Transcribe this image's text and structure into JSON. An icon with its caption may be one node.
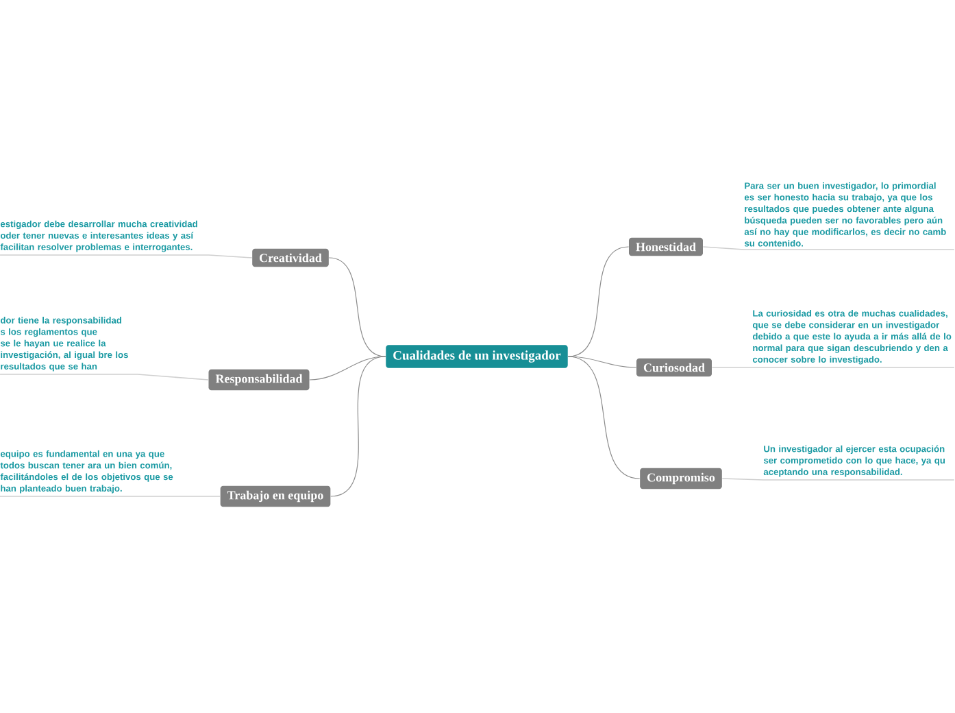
{
  "diagram": {
    "nodes": [
      {
        "text": [
          "Cualidades de un investigador"
        ]
      },
      {
        "text": [
          "Creatividad"
        ]
      },
      {
        "text": [
          "Responsabilidad"
        ]
      },
      {
        "text": [
          "Trabajo en equipo"
        ]
      },
      {
        "text": [
          "Honestidad"
        ]
      },
      {
        "text": [
          "Curiosodad"
        ]
      },
      {
        "text": [
          "Compromiso"
        ]
      },
      {
        "text": [
          "estigador debe desarrollar mucha creatividad oder tener nuevas e interesantes ideas y así facilitan resolver problemas e interrogantes."
        ]
      },
      {
        "text": [
          "dor tiene la responsabilidad s los reglamentos que se le hayan ue realice la investigación, al igual bre los resultados que se han"
        ]
      },
      {
        "text": [
          "equipo es fundamental en una ya que todos buscan tener ara un bien común, facilitándoles el de los objetivos que se han planteado buen trabajo."
        ]
      },
      {
        "text": [
          "Para ser un buen investigador, lo primordial es ser honesto hacia su trabajo, ya que los resultados que puedes obtener ante alguna búsqueda pueden ser no favorables pero aún así no hay que modificarlos, es decir no camb su contenido."
        ]
      },
      {
        "text": [
          "La curiosidad es otra de muchas cualidades, que se debe  considerar en un investigador debido a que este lo ayuda a ir más allá de lo normal para que sigan descubriendo y den a conocer sobre lo investigado."
        ]
      },
      {
        "text": [
          "Un investigador al ejercer esta ocupación ser comprometido con lo que hace, ya qu aceptando una responsabilidad."
        ]
      }
    ],
    "edges": [
      {
        "from": 0,
        "to": 1,
        "arrow": "none"
      },
      {
        "from": 0,
        "to": 2,
        "arrow": "none"
      },
      {
        "from": 0,
        "to": 3,
        "arrow": "none"
      },
      {
        "from": 0,
        "to": 4,
        "arrow": "none"
      },
      {
        "from": 0,
        "to": 5,
        "arrow": "none"
      },
      {
        "from": 0,
        "to": 6,
        "arrow": "none"
      },
      {
        "from": 1,
        "to": 7,
        "arrow": "none"
      },
      {
        "from": 2,
        "to": 8,
        "arrow": "none"
      },
      {
        "from": 3,
        "to": 9,
        "arrow": "none"
      },
      {
        "from": 4,
        "to": 10,
        "arrow": "none"
      },
      {
        "from": 5,
        "to": 11,
        "arrow": "none"
      },
      {
        "from": 6,
        "to": 12,
        "arrow": "none"
      }
    ]
  }
}
